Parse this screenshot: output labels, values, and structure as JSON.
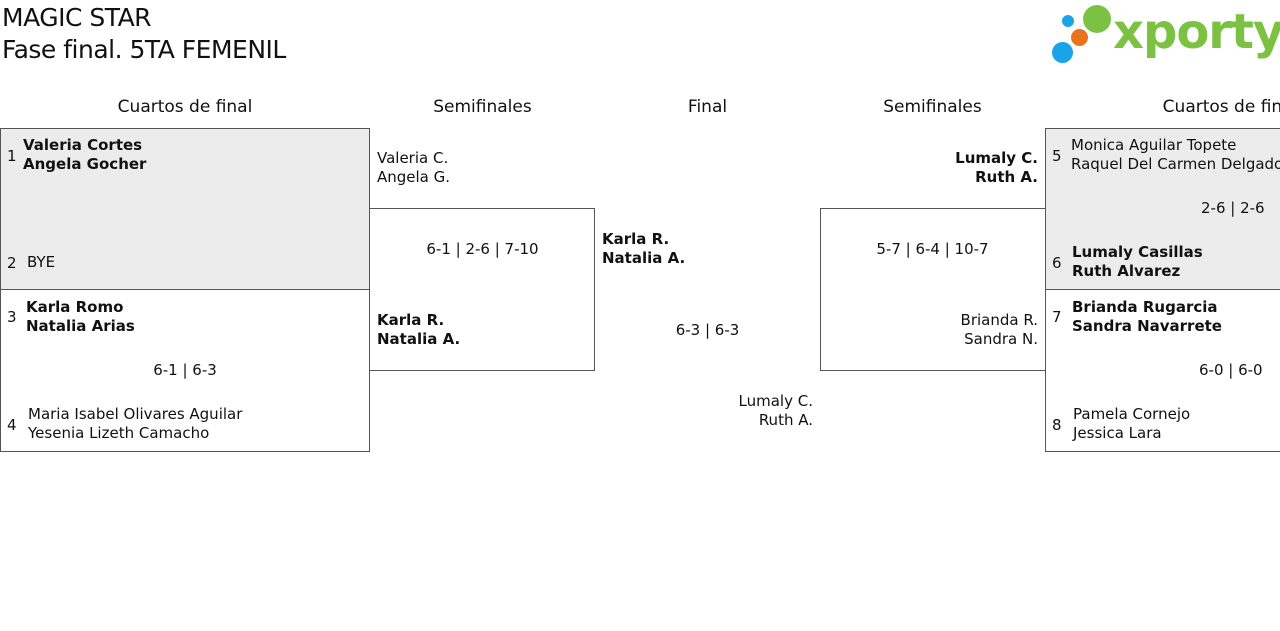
{
  "header": {
    "line1": "MAGIC STAR",
    "line2": "Fase final. 5TA FEMENIL",
    "logo_text": "xporty",
    "logo_colors": [
      "#1aa3e8",
      "#7cc242",
      "#e8731a",
      "#1aa3e8"
    ]
  },
  "rounds": {
    "left_qf": "Cuartos de final",
    "left_sf": "Semifinales",
    "final": "Final",
    "right_sf": "Semifinales",
    "right_qf": "Cuartos de final"
  },
  "left_qf": {
    "match1": {
      "seed_a": "1",
      "a1": "Valeria Cortes",
      "a2": "Angela Gocher",
      "seed_b": "2",
      "b1": "BYE",
      "score": ""
    },
    "match2": {
      "seed_a": "3",
      "a1": "Karla Romo",
      "a2": "Natalia Arias",
      "seed_b": "4",
      "b1": "Maria Isabel Olivares Aguilar",
      "b2": "Yesenia Lizeth Camacho",
      "score": "6-1 | 6-3"
    }
  },
  "left_sf": {
    "top1": "Valeria C.",
    "top2": "Angela G.",
    "score": "6-1 | 2-6 | 7-10",
    "bot1": "Karla R.",
    "bot2": "Natalia A."
  },
  "final": {
    "top1": "Karla R.",
    "top2": "Natalia A.",
    "score": "6-3 | 6-3",
    "bot1": "Lumaly C.",
    "bot2": "Ruth A."
  },
  "right_sf": {
    "top1": "Lumaly C.",
    "top2": "Ruth A.",
    "score": "5-7 | 6-4 | 10-7",
    "bot1": "Brianda R.",
    "bot2": "Sandra N."
  },
  "right_qf": {
    "match1": {
      "seed_a": "5",
      "a1": "Monica Aguilar Topete",
      "a2": "Raquel Del Carmen Delgado",
      "seed_b": "6",
      "b1": "Lumaly Casillas",
      "b2": "Ruth Alvarez",
      "score": "2-6 | 2-6"
    },
    "match2": {
      "seed_a": "7",
      "a1": "Brianda Rugarcia",
      "a2": "Sandra Navarrete",
      "seed_b": "8",
      "b1": "Pamela Cornejo",
      "b2": "Jessica Lara",
      "score": "6-0 | 6-0"
    }
  }
}
